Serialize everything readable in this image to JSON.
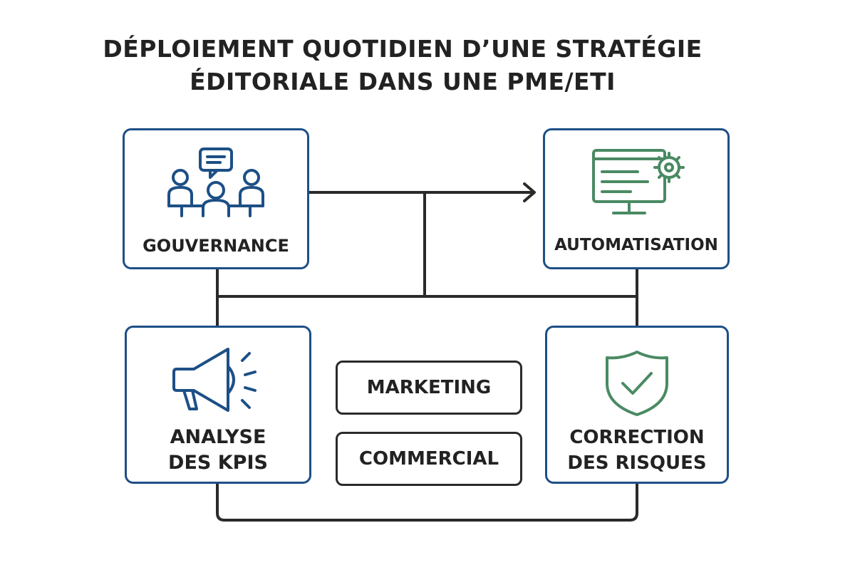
{
  "title": {
    "line1": "DÉPLOIEMENT QUOTIDIEN D’UNE STRATÉGIE",
    "line2": "ÉDITORIALE DANS UNE PME/ETI"
  },
  "cards": {
    "gouvernance": {
      "label": "GOUVERNANCE",
      "icon": "team-meeting-icon"
    },
    "automatisation": {
      "label": "AUTOMATISATION",
      "icon": "monitor-gear-icon"
    },
    "kpis": {
      "label_line1": "ANALYSE",
      "label_line2": "DES KPIS",
      "icon": "megaphone-icon"
    },
    "risques": {
      "label_line1": "CORRECTION",
      "label_line2": "DES RISQUES",
      "icon": "shield-check-icon"
    }
  },
  "pills": {
    "marketing": "MARKETING",
    "commercial": "COMMERCIAL"
  },
  "colors": {
    "blue": "#1d4f86",
    "green": "#4a8a63",
    "line": "#2a2a2a",
    "text": "#222222"
  }
}
